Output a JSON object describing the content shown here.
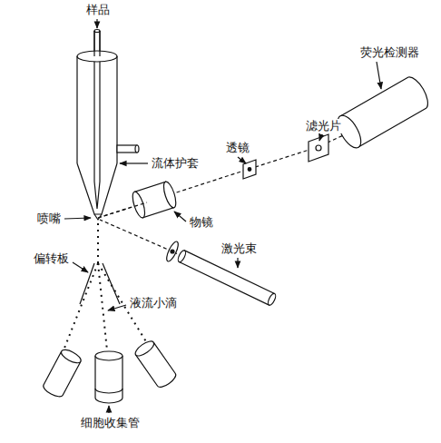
{
  "diagram": {
    "labels": [
      "样品",
      "流体护套",
      "喷嘴",
      "物镜",
      "激光束",
      "偏转板",
      "液流小滴",
      "细胞收集管",
      "透镜",
      "滤光片",
      "荧光检测器"
    ]
  }
}
